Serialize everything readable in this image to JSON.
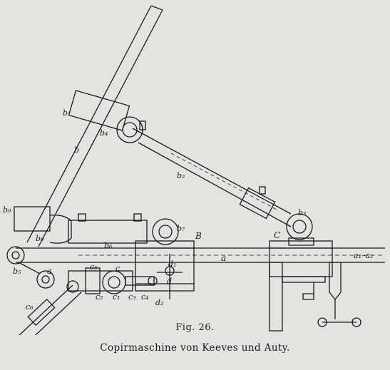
{
  "figure": {
    "number": "Fig. 26.",
    "caption": "Copirmaschine von Keeves und Auty.",
    "labels": {
      "b": "b",
      "b1": "b₁",
      "b2": "b₂",
      "b3": "b₃",
      "b4": "b₄",
      "b5": "b₅",
      "b6": "b₆",
      "b7": "b₇",
      "b8": "b₈",
      "b9": "b₉",
      "B": "B",
      "C": "C",
      "a": "a",
      "a_lower": "a",
      "a1a2": "a₁–a₂",
      "c": "c",
      "c1": "c₁",
      "c2": "c₂",
      "c3": "c₃",
      "c4": "c₄",
      "c5": "c₅",
      "c6": "c₆",
      "d": "d",
      "d1": "d₁",
      "d2": "d₂"
    }
  }
}
